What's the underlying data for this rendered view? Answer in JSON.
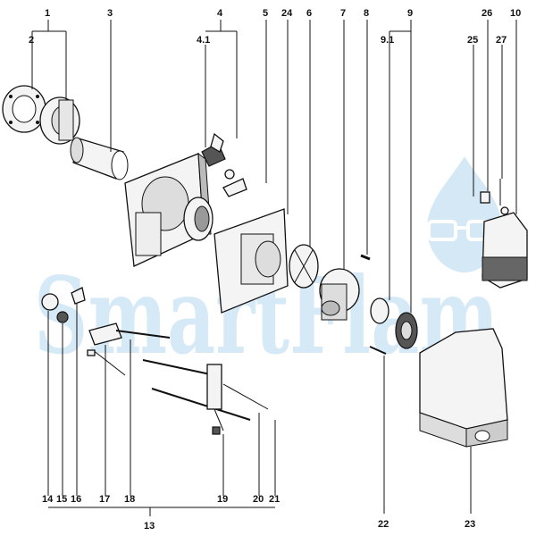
{
  "watermark": {
    "text": "SmartFlam",
    "color": "#bfdcf0"
  },
  "labels": {
    "l1": "1",
    "l2": "2",
    "l3": "3",
    "l4": "4",
    "l4_1": "4.1",
    "l5": "5",
    "l24": "24",
    "l6": "6",
    "l7": "7",
    "l8": "8",
    "l9": "9",
    "l9_1": "9.1",
    "l26": "26",
    "l10": "10",
    "l25": "25",
    "l27": "27",
    "l14": "14",
    "l15": "15",
    "l16": "16",
    "l17": "17",
    "l18": "18",
    "l19": "19",
    "l20": "20",
    "l21": "21",
    "l22": "22",
    "l23": "23",
    "l13": "13"
  }
}
